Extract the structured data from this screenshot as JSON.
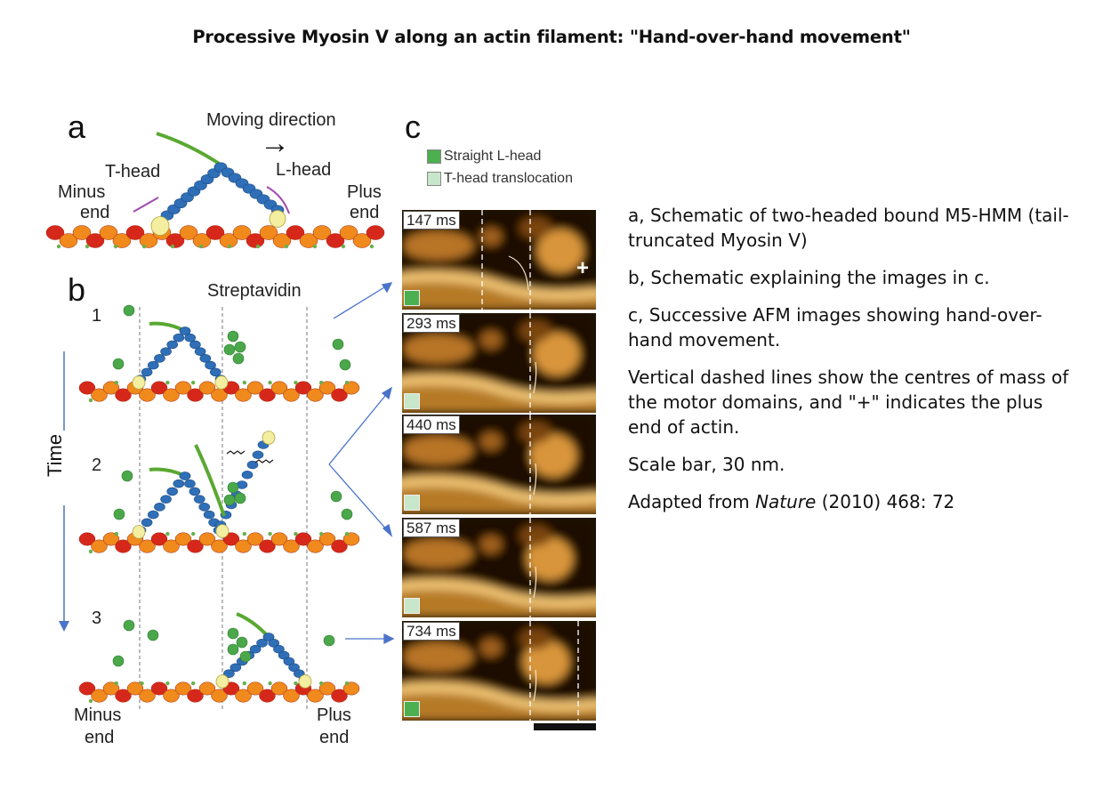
{
  "title": "Processive Myosin V along an actin filament: \"Hand-over-hand movement\"",
  "panel_a": {
    "letter": "a",
    "moving_direction": "Moving direction",
    "arrow": "→",
    "t_head": "T-head",
    "l_head": "L-head",
    "minus_end": [
      "Minus",
      "end"
    ],
    "plus_end": [
      "Plus",
      "end"
    ]
  },
  "panel_b": {
    "letter": "b",
    "streptavidin": "Streptavidin",
    "steps": [
      "1",
      "2",
      "3"
    ],
    "time_label": "Time",
    "minus_end": [
      "Minus",
      "end"
    ],
    "plus_end": [
      "Plus",
      "end"
    ]
  },
  "panel_c": {
    "letter": "c",
    "legend": [
      {
        "label": "Straight L-head",
        "color": "#4caf50"
      },
      {
        "label": "T-head translocation",
        "color": "#c8e6c9"
      }
    ],
    "frames": [
      {
        "time": "147 ms",
        "marker_color": "#4caf50",
        "plus": "+"
      },
      {
        "time": "293 ms",
        "marker_color": "#c8e6c9"
      },
      {
        "time": "440 ms",
        "marker_color": "#c8e6c9"
      },
      {
        "time": "587 ms",
        "marker_color": "#c8e6c9"
      },
      {
        "time": "734 ms",
        "marker_color": "#4caf50"
      }
    ]
  },
  "caption": {
    "a": "a, Schematic of two-headed bound M5-HMM (tail-truncated Myosin V)",
    "b": "b, Schematic explaining the images in c.",
    "c": "c,  Successive AFM images showing hand-over-hand movement.",
    "lines": "Vertical dashed lines show the centres of mass of the motor domains, and \"+\" indicates the plus end of actin.",
    "scale": "Scale bar, 30 nm.",
    "source_pre": "Adapted from ",
    "source_journal": "Nature",
    "source_post": " (2010) 468: 72"
  },
  "colors": {
    "actin_red": "#d6281a",
    "actin_orange": "#f08a1c",
    "myosin_blue": "#2f6fb8",
    "lever_green": "#5aa832",
    "head_yellow": "#f3eea0",
    "streptavidin_green": "#4aa84a",
    "arrow_blue": "#4a74c9",
    "afm_bg": "#1b1004",
    "afm_bright": "#f4c978"
  }
}
